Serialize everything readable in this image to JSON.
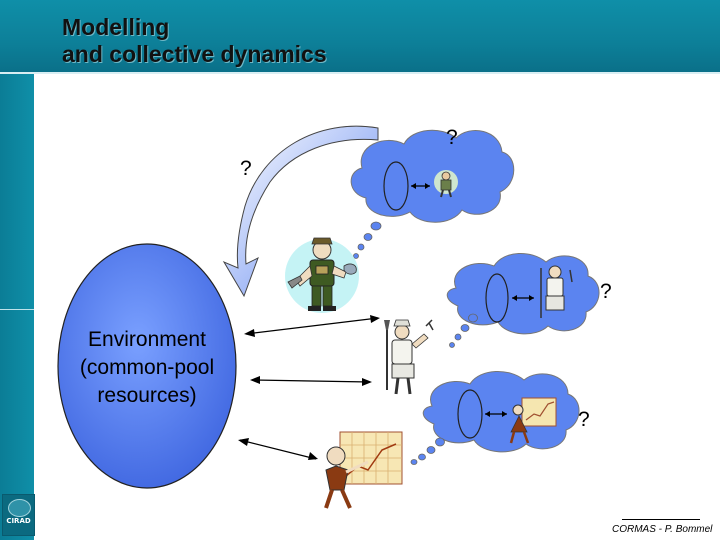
{
  "slide": {
    "title": "Modelling\nand collective dynamics",
    "environment_label": "Environment\n(common-pool\nresources)",
    "question_marks": [
      "?",
      "?",
      "?",
      "?"
    ],
    "footer_author": "CORMAS - P. Bommel",
    "logo_text": "CIRAD"
  },
  "colors": {
    "header": "#0f8fa8",
    "environment_fill": "#5b84f0",
    "cloud_fill": "#5b84f0"
  }
}
